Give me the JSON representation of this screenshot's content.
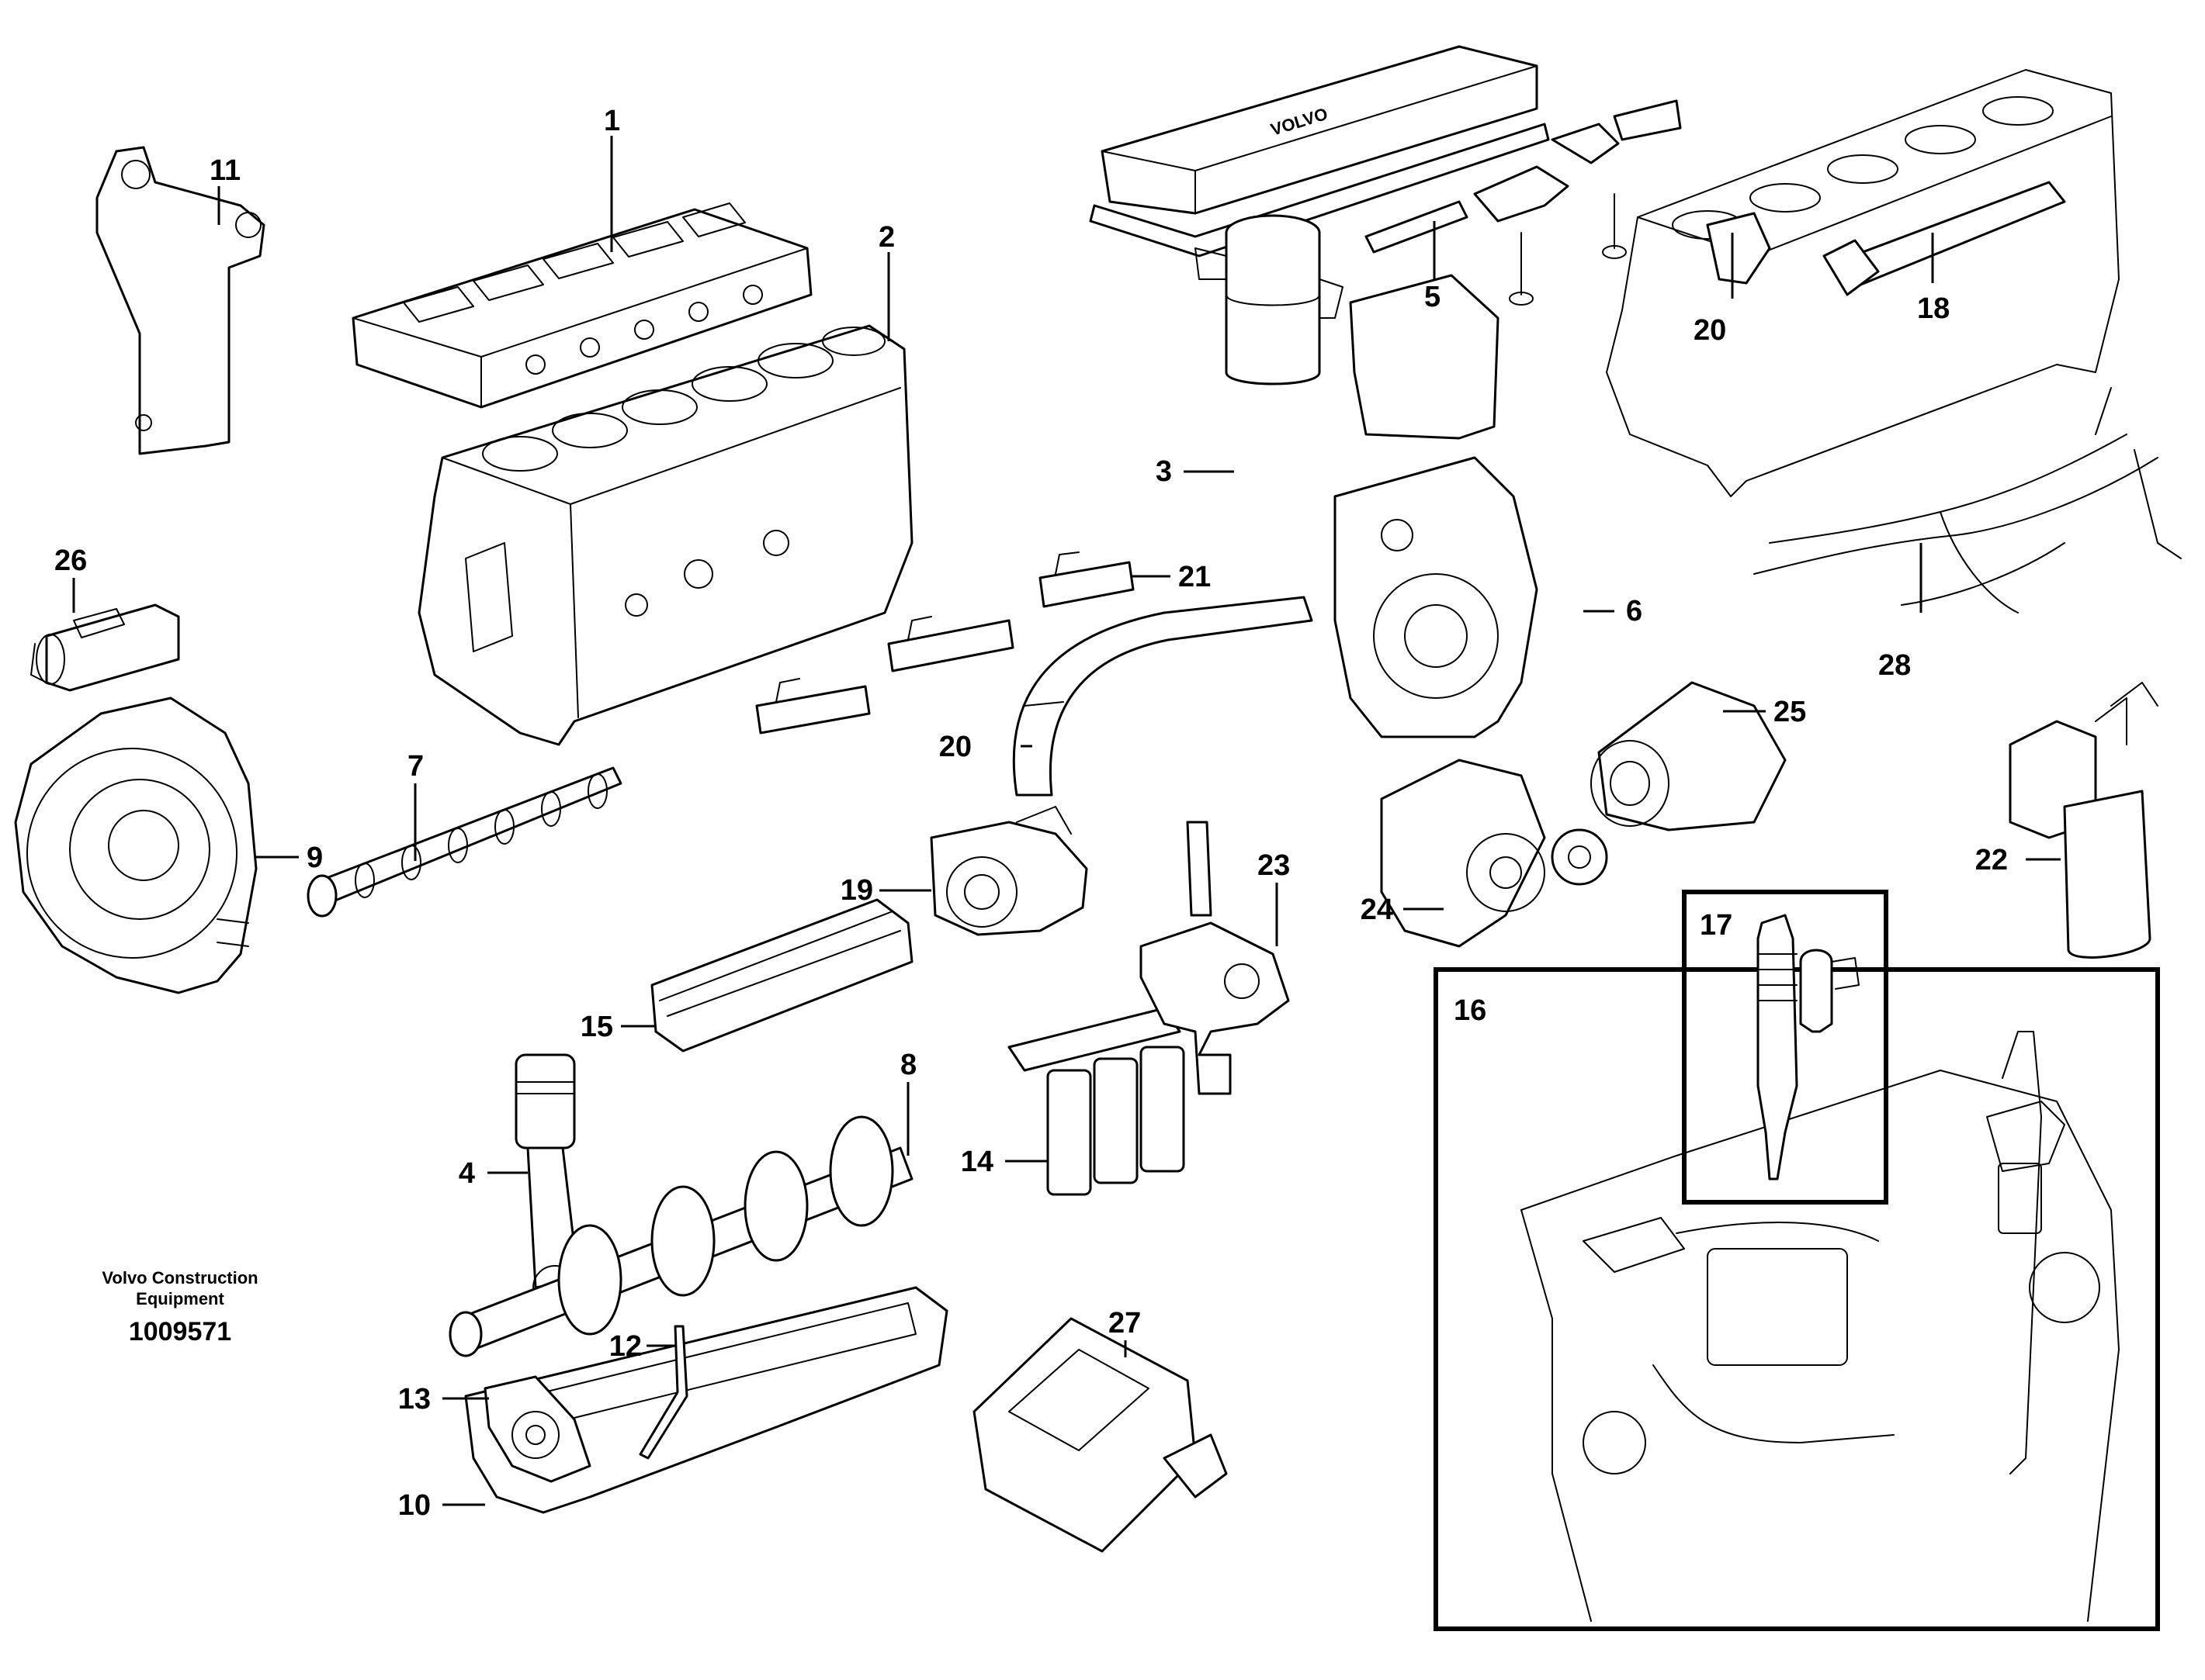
{
  "brand": {
    "line1": "Volvo Construction",
    "line2": "Equipment",
    "document_number": "1009571"
  },
  "callouts": [
    {
      "id": "c1",
      "label": "1"
    },
    {
      "id": "c2",
      "label": "2"
    },
    {
      "id": "c3",
      "label": "3"
    },
    {
      "id": "c4",
      "label": "4"
    },
    {
      "id": "c5",
      "label": "5"
    },
    {
      "id": "c6",
      "label": "6"
    },
    {
      "id": "c7",
      "label": "7"
    },
    {
      "id": "c8",
      "label": "8"
    },
    {
      "id": "c9",
      "label": "9"
    },
    {
      "id": "c10",
      "label": "10"
    },
    {
      "id": "c11",
      "label": "11"
    },
    {
      "id": "c12",
      "label": "12"
    },
    {
      "id": "c13",
      "label": "13"
    },
    {
      "id": "c14",
      "label": "14"
    },
    {
      "id": "c15",
      "label": "15"
    },
    {
      "id": "c16",
      "label": "16"
    },
    {
      "id": "c17",
      "label": "17"
    },
    {
      "id": "c18",
      "label": "18"
    },
    {
      "id": "c19",
      "label": "19"
    },
    {
      "id": "c20a",
      "label": "20"
    },
    {
      "id": "c20b",
      "label": "20"
    },
    {
      "id": "c21",
      "label": "21"
    },
    {
      "id": "c22",
      "label": "22"
    },
    {
      "id": "c23",
      "label": "23"
    },
    {
      "id": "c24",
      "label": "24"
    },
    {
      "id": "c25",
      "label": "25"
    },
    {
      "id": "c26",
      "label": "26"
    },
    {
      "id": "c27",
      "label": "27"
    },
    {
      "id": "c28",
      "label": "28"
    }
  ],
  "cover_lettering": "VOLVO"
}
